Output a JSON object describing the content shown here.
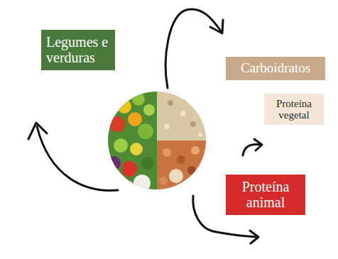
{
  "diagram": {
    "nodes": [
      {
        "text": [
          "Legumes e verduras"
        ]
      },
      {
        "text": [
          "Carboidratos"
        ]
      },
      {
        "text": [
          "Proteína vegetal"
        ]
      },
      {
        "text": [
          "Proteína animal"
        ]
      }
    ]
  }
}
